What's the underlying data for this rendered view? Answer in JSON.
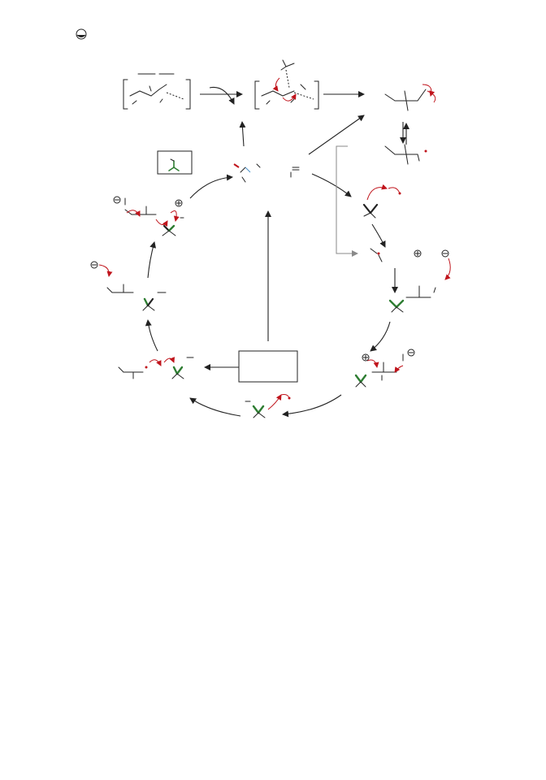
{
  "scheme": {
    "palette": {
      "ink": "#222222",
      "electron_arrow": "#c0141c",
      "highlight_bond": "#2e7d32",
      "side_path": "#8a8a8a",
      "accent_blue": "#4a90c8"
    },
    "charges": [
      {
        "id": "header",
        "sign": "anion-symbol"
      },
      {
        "id": "upper-left-minus",
        "sign": "minus"
      },
      {
        "id": "upper-left-plus",
        "sign": "plus"
      },
      {
        "id": "left-minus",
        "sign": "minus"
      },
      {
        "id": "right-plus",
        "sign": "plus"
      },
      {
        "id": "right-minus",
        "sign": "minus"
      },
      {
        "id": "lower-right-plus",
        "sign": "plus"
      },
      {
        "id": "lower-right-minus",
        "sign": "minus"
      }
    ],
    "boxes": [
      {
        "id": "catalyst-inset"
      },
      {
        "id": "reagent-box"
      }
    ]
  }
}
